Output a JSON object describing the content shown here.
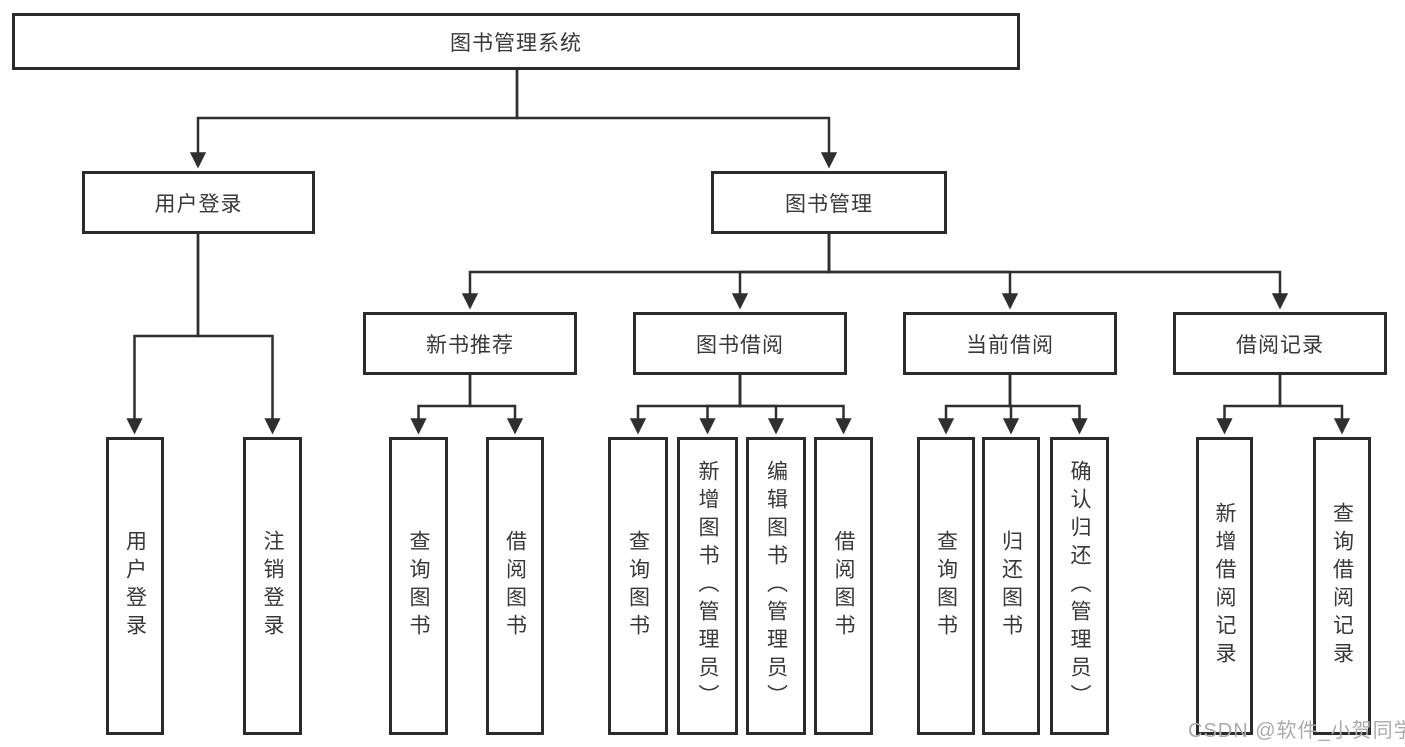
{
  "root": {
    "label": "图书管理系统"
  },
  "level2": {
    "user": {
      "label": "用户登录"
    },
    "mgmt": {
      "label": "图书管理"
    }
  },
  "level3": {
    "recommend": {
      "label": "新书推荐"
    },
    "borrow": {
      "label": "图书借阅"
    },
    "current": {
      "label": "当前借阅"
    },
    "records": {
      "label": "借阅记录"
    }
  },
  "leaves": {
    "user_login": {
      "label": "用户登录"
    },
    "logout": {
      "label": "注销登录"
    },
    "rec_query": {
      "label": "查询图书"
    },
    "rec_borrow": {
      "label": "借阅图书"
    },
    "bor_query": {
      "label": "查询图书"
    },
    "bor_add": {
      "label": "新增图书（管理员）"
    },
    "bor_edit": {
      "label": "编辑图书（管理员）"
    },
    "bor_borrow": {
      "label": "借阅图书"
    },
    "cur_query": {
      "label": "查询图书"
    },
    "cur_return": {
      "label": "归还图书"
    },
    "cur_confirm": {
      "label": "确认归还（管理员）"
    },
    "log_add": {
      "label": "新增借阅记录"
    },
    "log_query": {
      "label": "查询借阅记录"
    }
  },
  "watermark": {
    "text": "CSDN @软件_小贺同学"
  },
  "colors": {
    "line": "#2f2f2f",
    "box_border": "#2b2b2b",
    "text": "#383838",
    "watermark": "#ababab",
    "background": "#ffffff"
  }
}
